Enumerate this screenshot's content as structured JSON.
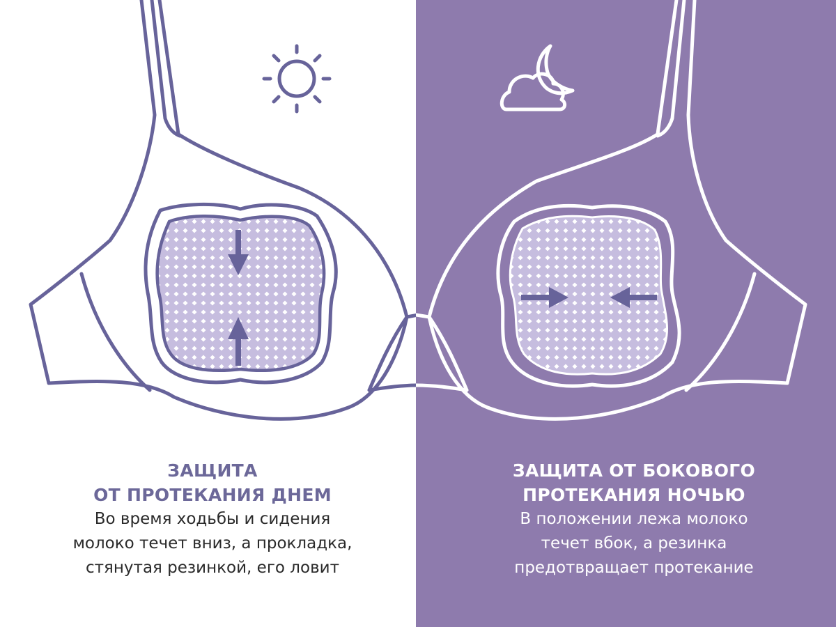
{
  "colors": {
    "day_bg": "#FFFFFF",
    "night_bg": "#8E7BAD",
    "day_outline": "#67639A",
    "night_outline": "#FFFFFF",
    "pad_fill": "#C9C0E0",
    "arrow": "#67639A"
  },
  "day_panel": {
    "icon": "sun-icon",
    "arrows": "vertical-inward",
    "title_line1": "ЗАЩИТА",
    "title_line2": "ОТ ПРОТЕКАНИЯ ДНЕМ",
    "body_line1": "Во время ходьбы и сидения",
    "body_line2": "молоко течет вниз, а прокладка,",
    "body_line3": "стянутая резинкой, его ловит"
  },
  "night_panel": {
    "icon": "moon-cloud-icon",
    "arrows": "horizontal-inward",
    "title_line1": "ЗАЩИТА ОТ БОКОВОГО",
    "title_line2": "ПРОТЕКАНИЯ НОЧЬЮ",
    "body_line1": "В положении лежа молоко",
    "body_line2": "течет вбок, а резинка",
    "body_line3": "предотвращает протекание"
  }
}
